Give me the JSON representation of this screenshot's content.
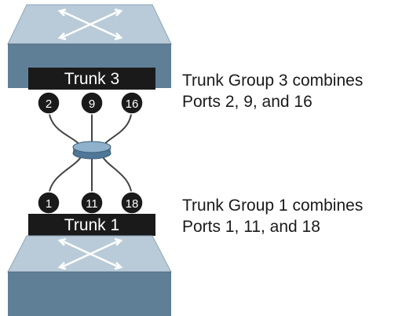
{
  "top_trunk": {
    "label": "Trunk 3",
    "ports": [
      "2",
      "9",
      "16"
    ],
    "description": [
      "Trunk Group 3 combines",
      "Ports 2, 9, and 16"
    ]
  },
  "bottom_trunk": {
    "label": "Trunk 1",
    "ports": [
      "1",
      "11",
      "18"
    ],
    "description": [
      "Trunk Group 1 combines",
      "Ports 1, 11, and 18"
    ]
  },
  "colors": {
    "switch_top_face": "#b9cbd8",
    "switch_front": "#5f7f97",
    "switch_side": "#8aa5b8",
    "trunk_bar": "#1a1a1a",
    "cable": "#444444",
    "aggregator": "#6f95b5"
  }
}
